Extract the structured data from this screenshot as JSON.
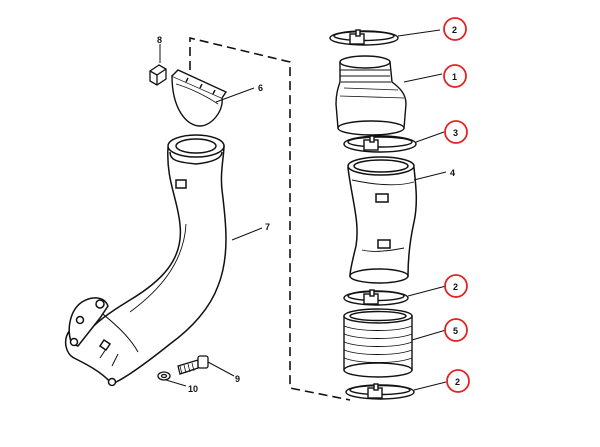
{
  "labels": {
    "part_1": "1",
    "part_2_top": "2",
    "part_2_mid": "2",
    "part_2_bottom": "2",
    "part_3": "3",
    "part_4": "4",
    "part_5": "5",
    "part_6": "6",
    "part_7": "7",
    "part_8": "8",
    "part_9": "9",
    "part_10": "10"
  },
  "colors": {
    "line": "#111111",
    "highlight": "#e32222",
    "background": "#ffffff"
  },
  "circled_labels": [
    "part_2_top",
    "part_1",
    "part_3",
    "part_2_mid",
    "part_5",
    "part_2_bottom"
  ]
}
